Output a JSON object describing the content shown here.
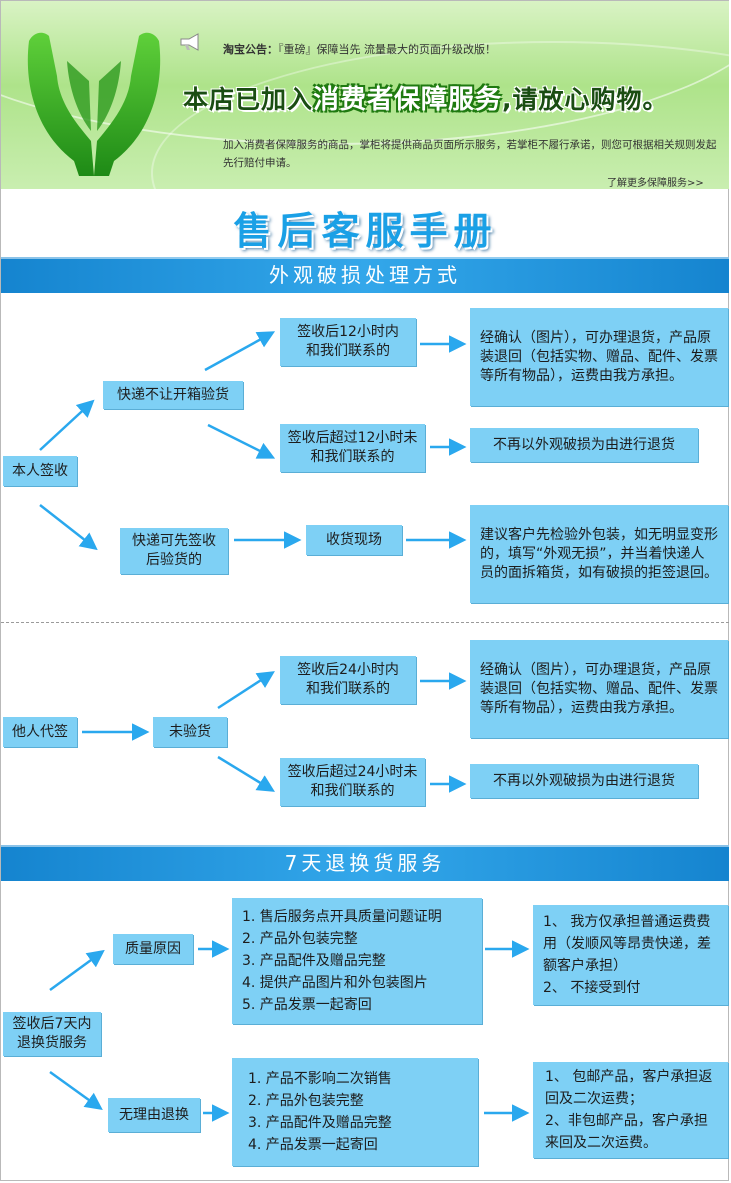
{
  "banner": {
    "notice_label": "淘宝公告：",
    "notice_text": "『重磅』保障当先 流量最大的页面升级改版！",
    "headline_pre": "本店已加入",
    "headline_highlight": "消费者保障服务",
    "headline_post": ",请放心购物。",
    "description": "加入消费者保障服务的商品，掌柜将提供商品页面所示服务，若掌柜不履行承诺，则您可根据相关规则发起先行赔付申请。",
    "more_link": "了解更多保障服务>>"
  },
  "title": "售后客服手册",
  "section1": {
    "heading": "外观破损处理方式",
    "self_sign": "本人签收",
    "no_open": "快递不让开箱验货",
    "within12": "签收后12小时内和我们联系的",
    "over12": "签收后超过12小时未和我们联系的",
    "result_return": "经确认（图片），可办理退货，产品原装退回（包括实物、赠品、配件、发票等所有物品），运费由我方承担。",
    "result_reject": "不再以外观破损为由进行退货",
    "can_sign": "快递可先签收后验货的",
    "on_site": "收货现场",
    "result_onsite": "建议客户先检验外包装，如无明显变形的，填写“外观无损”，并当着快递人员的面拆箱货，如有破损的拒签退回。",
    "other_sign": "他人代签",
    "not_checked": "未验货",
    "within24": "签收后24小时内和我们联系的",
    "over24": "签收后超过24小时未和我们联系的",
    "result_return2": "经确认（图片），可办理退货，产品原装退回（包括实物、赠品、配件、发票等所有物品），运费由我方承担。",
    "result_reject2": "不再以外观破损为由进行退货"
  },
  "section2": {
    "heading": "7天退换货服务",
    "start": "签收后7天内退换货服务",
    "quality": "质量原因",
    "quality_items": [
      "1. 售后服务点开具质量问题证明",
      "2. 产品外包装完整",
      "3. 产品配件及赠品完整",
      "4. 提供产品图片和外包装图片",
      "5. 产品发票一起寄回"
    ],
    "quality_result": [
      "1、 我方仅承担普通运费费用（发顺风等昂贵快递，差额客户承担）",
      "2、 不接受到付"
    ],
    "no_reason": "无理由退换",
    "no_reason_items": [
      "1. 产品不影响二次销售",
      "2. 产品外包装完整",
      "3. 产品配件及赠品完整",
      "4. 产品发票一起寄回"
    ],
    "no_reason_result": [
      "1、 包邮产品，客户承担返回及二次运费；",
      "2、非包邮产品，客户承担来回及二次运费。"
    ]
  },
  "colors": {
    "box": "#7ed0f5",
    "bar": "#1f94dc",
    "title": "#1aa0e6",
    "arrow": "#2aa8ee"
  }
}
